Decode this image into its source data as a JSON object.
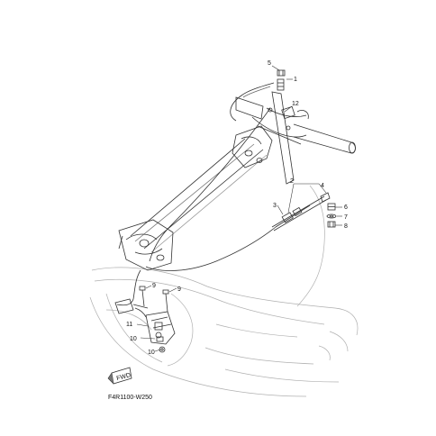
{
  "callouts": {
    "c1": "1",
    "c2": "2",
    "c3": "3",
    "c4": "4",
    "c5": "5",
    "c6": "6",
    "c7": "7",
    "c8": "8",
    "c9a": "9",
    "c9b": "9",
    "c10a": "10",
    "c10b": "10",
    "c11": "11",
    "c12": "12"
  },
  "fwd_mark": "FWD",
  "drawing_code": "F4R1100-W250",
  "colors": {
    "line": "#333333",
    "light": "#9a9a9a",
    "bg": "#ffffff"
  }
}
